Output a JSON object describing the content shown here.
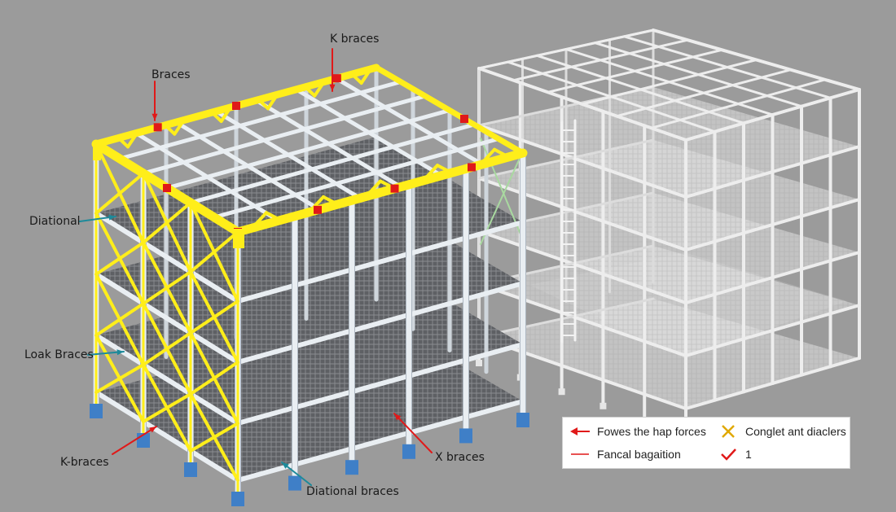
{
  "labels": {
    "k_braces_top": "K braces",
    "braces_top_left": "Braces",
    "diational_left": "Diational",
    "loak_braces": "Loak Braces",
    "k_braces_bottom": "K-braces",
    "x_braces": "X braces",
    "diational_braces": "Diational braces"
  },
  "legend": {
    "item1": "Fowes the hap forces",
    "item2": "Conglet ant diaclers",
    "item3": "Fancal bagaition",
    "item4": "1"
  },
  "colors": {
    "background": "#9b9b9b",
    "frame": "#e9eef2",
    "frame_edge": "#aeb8c2",
    "brace_yellow": "#ffee1a",
    "load_red": "#e01919",
    "deck": "#5f6063",
    "base_blue": "#3f7fc7",
    "leader_teal": "#1d8a9a",
    "ghost_frame": "#ededed",
    "legend_x": "#e0a800"
  }
}
